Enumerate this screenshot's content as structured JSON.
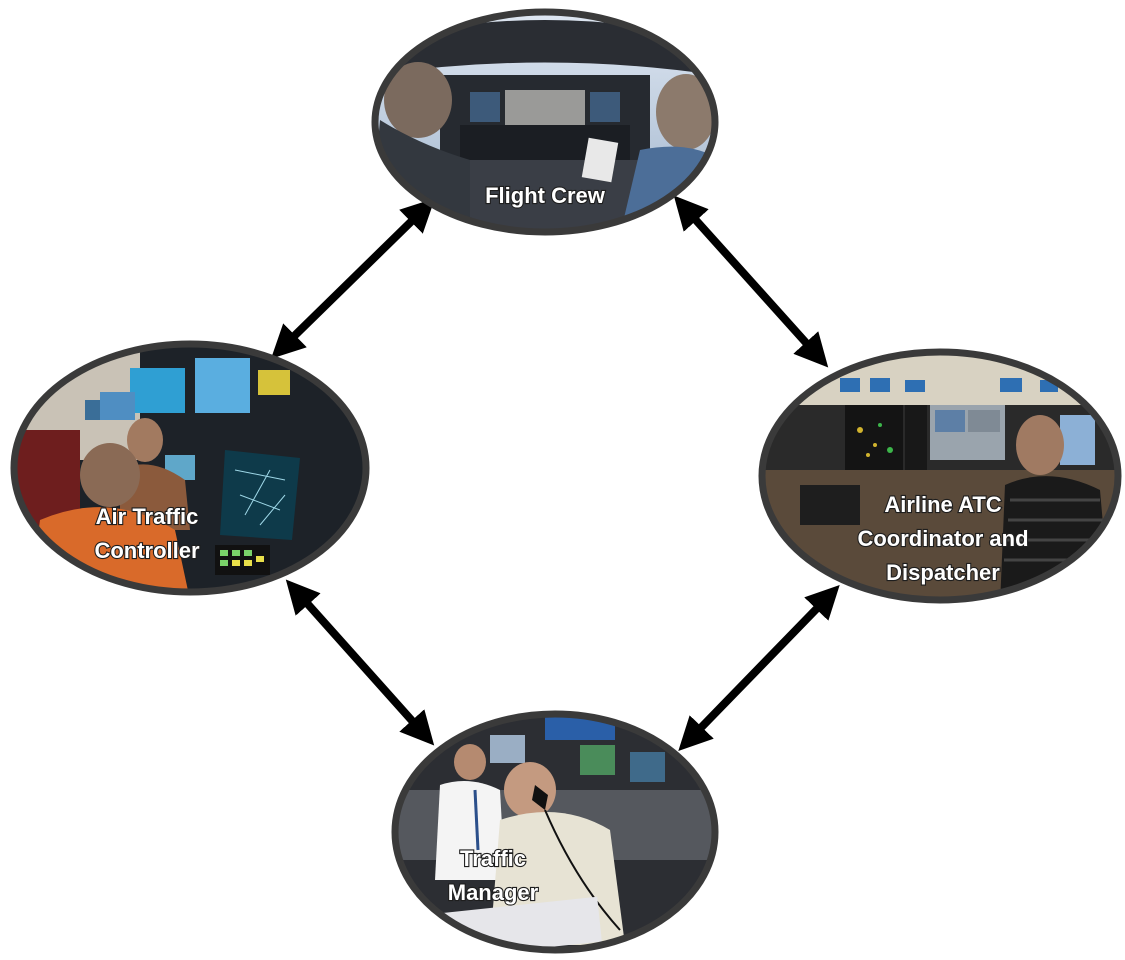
{
  "nodes": {
    "flight_crew": {
      "line1": "Flight Crew"
    },
    "air_traffic_controller": {
      "line1": "Air Traffic",
      "line2": "Controller"
    },
    "airline_atc": {
      "line1": "Airline ATC",
      "line2": "Coordinator and",
      "line3": "Dispatcher"
    },
    "traffic_manager": {
      "line1": "Traffic",
      "line2": "Manager"
    }
  },
  "colors": {
    "arrow": "#000000",
    "node_border": "#3a3a3a",
    "label_text": "#ffffff"
  }
}
